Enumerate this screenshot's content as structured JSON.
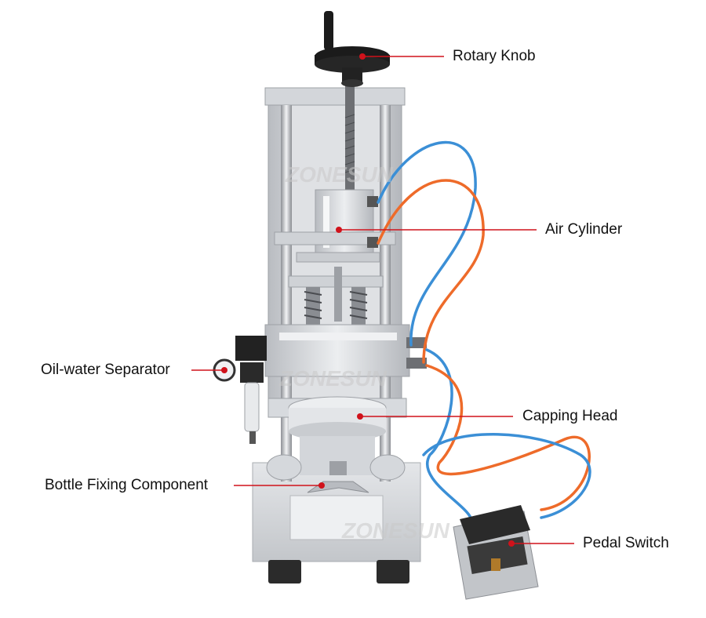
{
  "watermark": "ZONESUN",
  "callouts": {
    "rotary_knob": "Rotary Knob",
    "air_cylinder": "Air Cylinder",
    "oil_water_separator": "Oil-water Separator",
    "capping_head": "Capping Head",
    "bottle_fixing_component": "Bottle Fixing Component",
    "pedal_switch": "Pedal Switch"
  },
  "colors": {
    "callout_line": "#d0121b",
    "frame": "#c4c7cb",
    "knob": "#1b1b1b",
    "tube_blue": "#3b8fd6",
    "tube_orange": "#ee6b2a"
  }
}
